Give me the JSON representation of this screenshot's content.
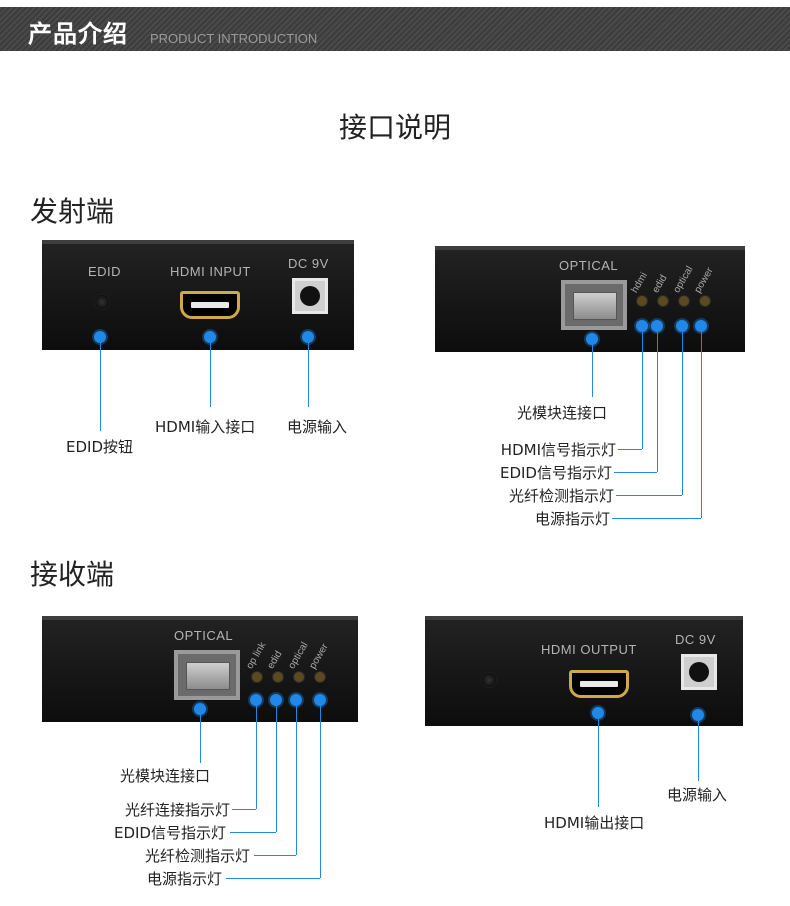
{
  "banner": {
    "title_zh": "产品介绍",
    "title_en": "PRODUCT INTRODUCTION"
  },
  "section_title": "接口说明",
  "transmitter": {
    "title": "发射端",
    "front_panel": {
      "labels": {
        "edid": "EDID",
        "hdmi_input": "HDMI INPUT",
        "dc": "DC 9V"
      },
      "callouts": {
        "edid_button": "EDID按钮",
        "hdmi_input": "HDMI输入接口",
        "power_input": "电源输入"
      }
    },
    "rear_panel": {
      "labels": {
        "optical": "OPTICAL",
        "leds": [
          "hdmi",
          "edid",
          "optical",
          "power"
        ]
      },
      "callouts": {
        "optical_module": "光模块连接口",
        "hdmi_led": "HDMI信号指示灯",
        "edid_led": "EDID信号指示灯",
        "fiber_led": "光纤检测指示灯",
        "power_led": "电源指示灯"
      }
    }
  },
  "receiver": {
    "title": "接收端",
    "front_panel": {
      "labels": {
        "optical": "OPTICAL",
        "leds": [
          "op link",
          "edid",
          "optical",
          "power"
        ]
      },
      "callouts": {
        "optical_module": "光模块连接口",
        "fiber_link_led": "光纤连接指示灯",
        "edid_led": "EDID信号指示灯",
        "fiber_led": "光纤检测指示灯",
        "power_led": "电源指示灯"
      }
    },
    "rear_panel": {
      "labels": {
        "hdmi_output": "HDMI OUTPUT",
        "dc": "DC 9V"
      },
      "callouts": {
        "hdmi_output": "HDMI输出接口",
        "power_input": "电源输入"
      }
    }
  },
  "colors": {
    "accent": "#1f88e8",
    "banner": "#444444",
    "device": "#1a1a1a",
    "hdmi_gold": "#d2a64a"
  }
}
